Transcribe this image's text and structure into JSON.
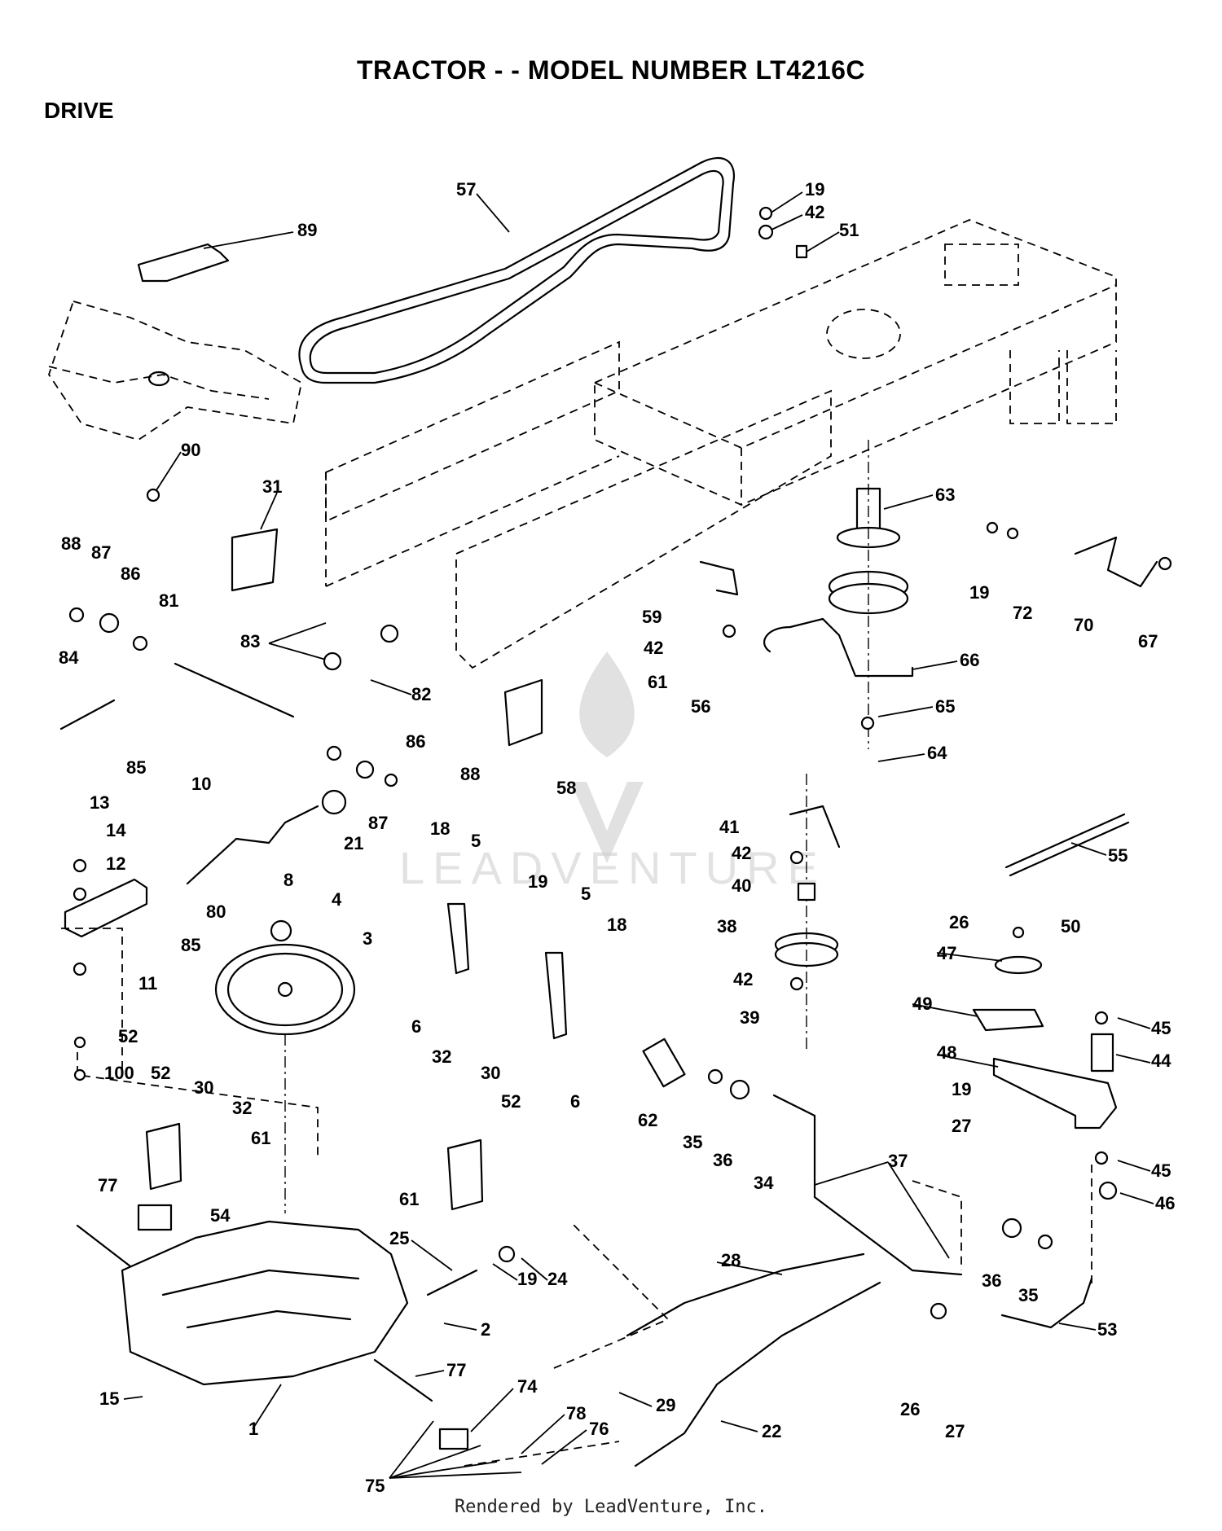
{
  "title": "TRACTOR - - MODEL NUMBER LT4216C",
  "section": "DRIVE",
  "footer": "Rendered by LeadVenture, Inc.",
  "watermark_text": "LEADVENTURE",
  "colors": {
    "ink": "#000000",
    "background": "#ffffff",
    "watermark": "#c8c8c8"
  },
  "callouts": [
    "57",
    "89",
    "19",
    "42",
    "51",
    "90",
    "31",
    "63",
    "88",
    "87",
    "86",
    "81",
    "83",
    "82",
    "84",
    "85",
    "86",
    "88",
    "87",
    "21",
    "10",
    "13",
    "14",
    "12",
    "80",
    "85",
    "8",
    "4",
    "3",
    "11",
    "18",
    "5",
    "19",
    "5",
    "18",
    "6",
    "6",
    "59",
    "42",
    "61",
    "56",
    "66",
    "65",
    "64",
    "19",
    "72",
    "70",
    "67",
    "58",
    "41",
    "42",
    "40",
    "38",
    "42",
    "39",
    "55",
    "26",
    "50",
    "47",
    "49",
    "48",
    "19",
    "27",
    "45",
    "44",
    "45",
    "46",
    "52",
    "100",
    "52",
    "30",
    "32",
    "61",
    "32",
    "30",
    "52",
    "61",
    "77",
    "54",
    "25",
    "19",
    "24",
    "2",
    "77",
    "15",
    "1",
    "74",
    "75",
    "78",
    "76",
    "62",
    "35",
    "36",
    "34",
    "37",
    "36",
    "35",
    "53",
    "28",
    "29",
    "22",
    "26",
    "27"
  ]
}
